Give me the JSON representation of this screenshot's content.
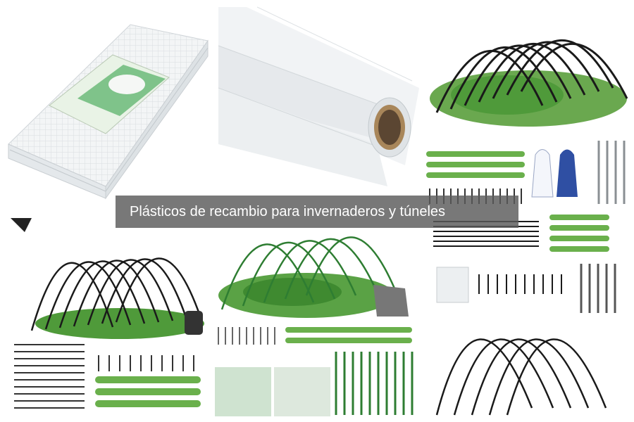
{
  "caption": {
    "text": "Plásticos de recambio para invernaderos y túneles"
  },
  "colors": {
    "caption_bg": "#5a5a5a",
    "hoop_black": "#1a1a1a",
    "hoop_green": "#2e7d32",
    "clip_green": "#6ab04c",
    "plant_green": "#4f9a3a",
    "film_white": "#f2f4f5"
  },
  "tiles": [
    {
      "name": "folded-greenhouse-cover",
      "icon": "folded-sheet"
    },
    {
      "name": "plastic-film-roll",
      "icon": "film-roll"
    },
    {
      "name": "garden-hoop-kit-with-gloves",
      "icon": "hoop-arches"
    },
    {
      "name": "tunnel-hoop-kit-black",
      "icon": "hoop-arches"
    },
    {
      "name": "tunnel-hoop-kit-green",
      "icon": "hoop-arches"
    },
    {
      "name": "hoop-kit-accessories",
      "icon": "hoop-arches"
    }
  ]
}
